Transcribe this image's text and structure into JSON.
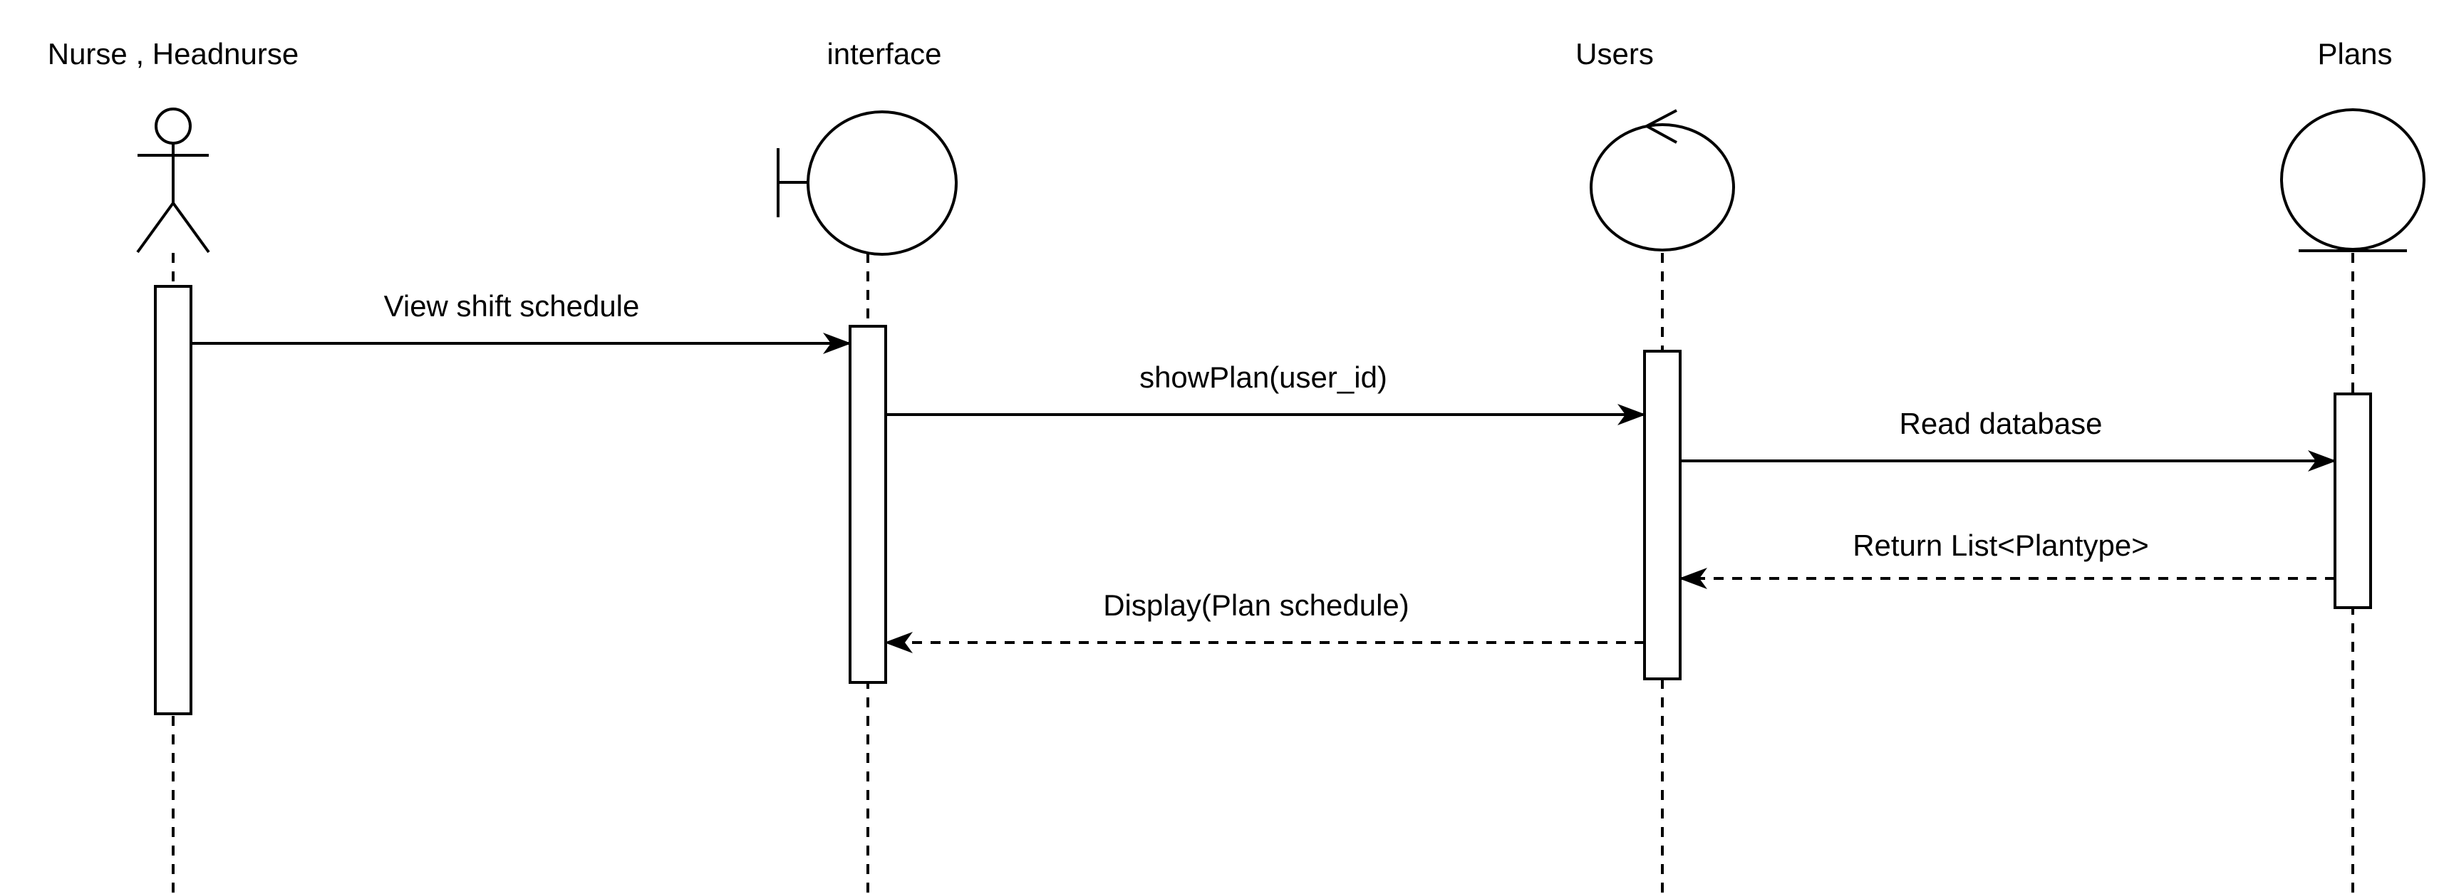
{
  "participants": [
    {
      "label": "Nurse , Headnurse",
      "kind": "actor"
    },
    {
      "label": "interface",
      "kind": "boundary"
    },
    {
      "label": "Users",
      "kind": "control"
    },
    {
      "label": "Plans",
      "kind": "entity"
    }
  ],
  "messages": [
    {
      "label": "View shift schedule",
      "from": "Nurse , Headnurse",
      "to": "interface",
      "style": "solid"
    },
    {
      "label": "showPlan(user_id)",
      "from": "interface",
      "to": "Users",
      "style": "solid"
    },
    {
      "label": "Read database",
      "from": "Users",
      "to": "Plans",
      "style": "solid"
    },
    {
      "label": "Return List<Plantype>",
      "from": "Plans",
      "to": "Users",
      "style": "dashed"
    },
    {
      "label": "Display(Plan schedule)",
      "from": "Users",
      "to": "interface",
      "style": "dashed"
    }
  ]
}
